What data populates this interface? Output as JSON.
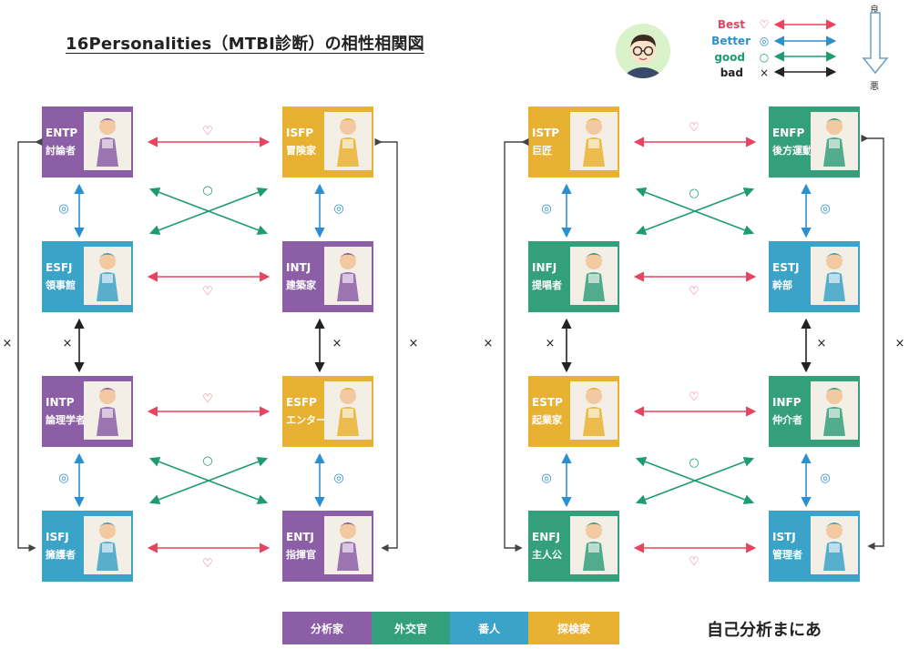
{
  "title": "16Personalities（MTBI診断）の相性相関図",
  "legend": {
    "items": [
      {
        "label": "Best",
        "symbol": "♡",
        "color": "#e8435f"
      },
      {
        "label": "Better",
        "symbol": "◎",
        "color": "#2b8fd0"
      },
      {
        "label": "good",
        "symbol": "○",
        "color": "#1e9b72"
      },
      {
        "label": "bad",
        "symbol": "×",
        "color": "#222222"
      }
    ],
    "top_word": "良",
    "bottom_word": "悪"
  },
  "categories": [
    {
      "label": "分析家",
      "color": "#8b5ea6"
    },
    {
      "label": "外交官",
      "color": "#33a07b"
    },
    {
      "label": "番人",
      "color": "#3ba3c8"
    },
    {
      "label": "探検家",
      "color": "#e9b131"
    }
  ],
  "cards": [
    {
      "code": "ENTP",
      "nick": "討論者",
      "color": "#8b5ea6"
    },
    {
      "code": "ISFP",
      "nick": "冒険家",
      "color": "#e9b131"
    },
    {
      "code": "ESFJ",
      "nick": "領事館",
      "color": "#3ba3c8"
    },
    {
      "code": "INTJ",
      "nick": "建築家",
      "color": "#8b5ea6"
    },
    {
      "code": "INTP",
      "nick": "論理学者",
      "color": "#8b5ea6"
    },
    {
      "code": "ESFP",
      "nick": "エンターテイナー",
      "color": "#e9b131"
    },
    {
      "code": "ISFJ",
      "nick": "擁護者",
      "color": "#3ba3c8"
    },
    {
      "code": "ENTJ",
      "nick": "指揮官",
      "color": "#8b5ea6"
    },
    {
      "code": "ISTP",
      "nick": "巨匠",
      "color": "#e9b131"
    },
    {
      "code": "ENFP",
      "nick": "後方運動",
      "color": "#33a07b"
    },
    {
      "code": "INFJ",
      "nick": "提唱者",
      "color": "#33a07b"
    },
    {
      "code": "ESTJ",
      "nick": "幹部",
      "color": "#3ba3c8"
    },
    {
      "code": "ESTP",
      "nick": "起業家",
      "color": "#e9b131"
    },
    {
      "code": "INFP",
      "nick": "仲介者",
      "color": "#33a07b"
    },
    {
      "code": "ENFJ",
      "nick": "主人公",
      "color": "#33a07b"
    },
    {
      "code": "ISTJ",
      "nick": "管理者",
      "color": "#3ba3c8"
    }
  ],
  "symbols": {
    "best": "♡",
    "better": "◎",
    "good": "○",
    "bad": "×"
  },
  "brand": "自己分析まにあ"
}
